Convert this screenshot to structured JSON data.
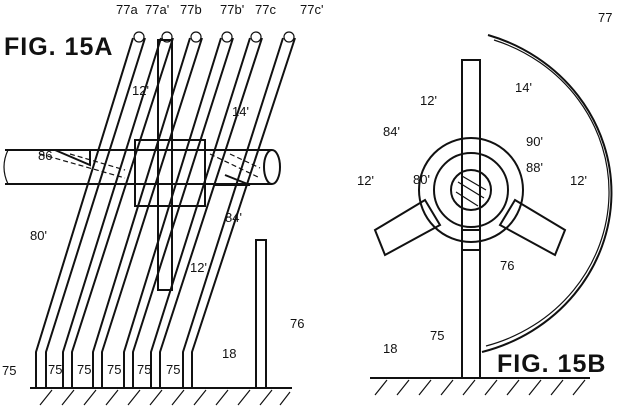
{
  "fig_a": {
    "title": "FIG. 15A",
    "top_labels": [
      "77a",
      "77a'",
      "77b",
      "77b'",
      "77c",
      "77c'"
    ],
    "labels": {
      "blade_top": "12'",
      "hub": "14'",
      "deflector": "86",
      "shaft": "80'",
      "bracket": "84'",
      "blade_bottom": "12'",
      "pole": "76",
      "ground": "18"
    },
    "base_labels": [
      "75",
      "75",
      "75",
      "75",
      "75",
      "75"
    ]
  },
  "fig_b": {
    "title": "FIG. 15B",
    "labels": {
      "arc": "77",
      "hub": "14'",
      "blade_top": "12'",
      "bracket": "84'",
      "ring": "90'",
      "clip": "88'",
      "shaft": "80'",
      "blade_left": "12'",
      "blade_right": "12'",
      "pole": "76",
      "ground": "18",
      "base": "75"
    }
  }
}
